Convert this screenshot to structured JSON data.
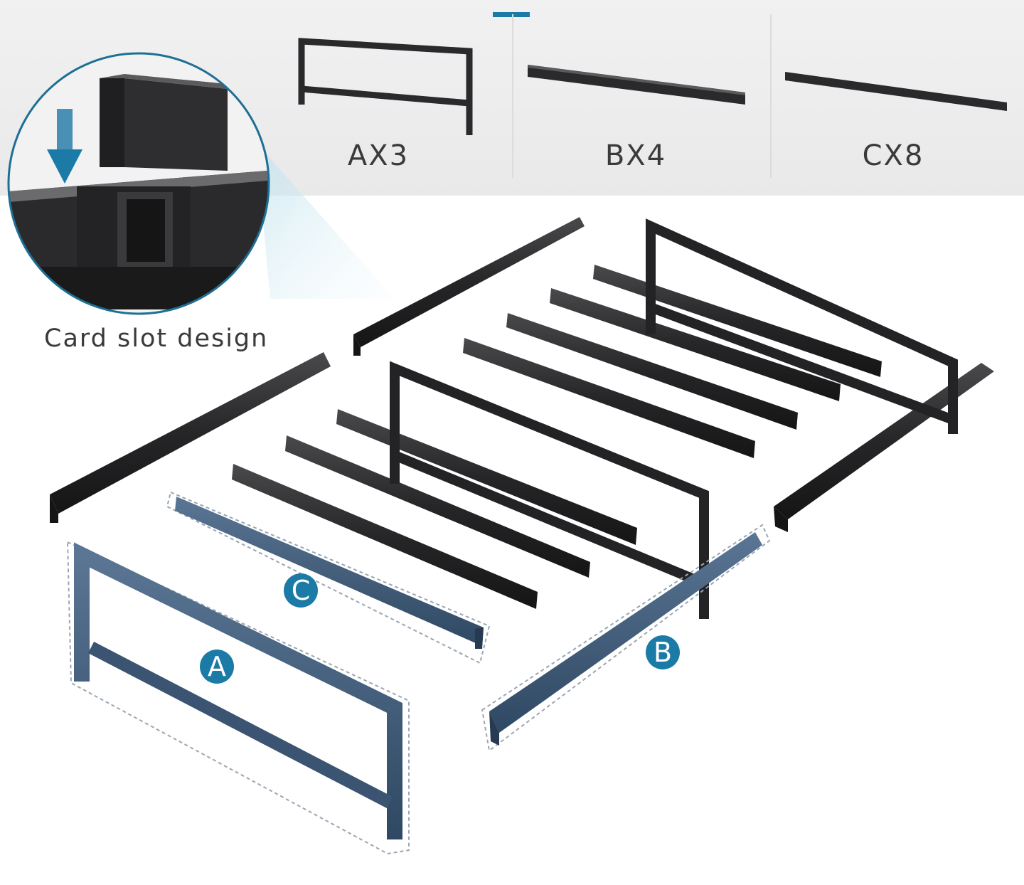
{
  "parts": [
    {
      "label": "AX3"
    },
    {
      "label": "BX4"
    },
    {
      "label": "CX8"
    }
  ],
  "detail_caption": "Card slot design",
  "callouts": {
    "a": "A",
    "b": "B",
    "c": "C"
  },
  "colors": {
    "accent": "#1b7ba6",
    "highlight_part": "#3b5472",
    "frame_metal": "#2a2a2c",
    "badge": "#1b7ba6"
  }
}
